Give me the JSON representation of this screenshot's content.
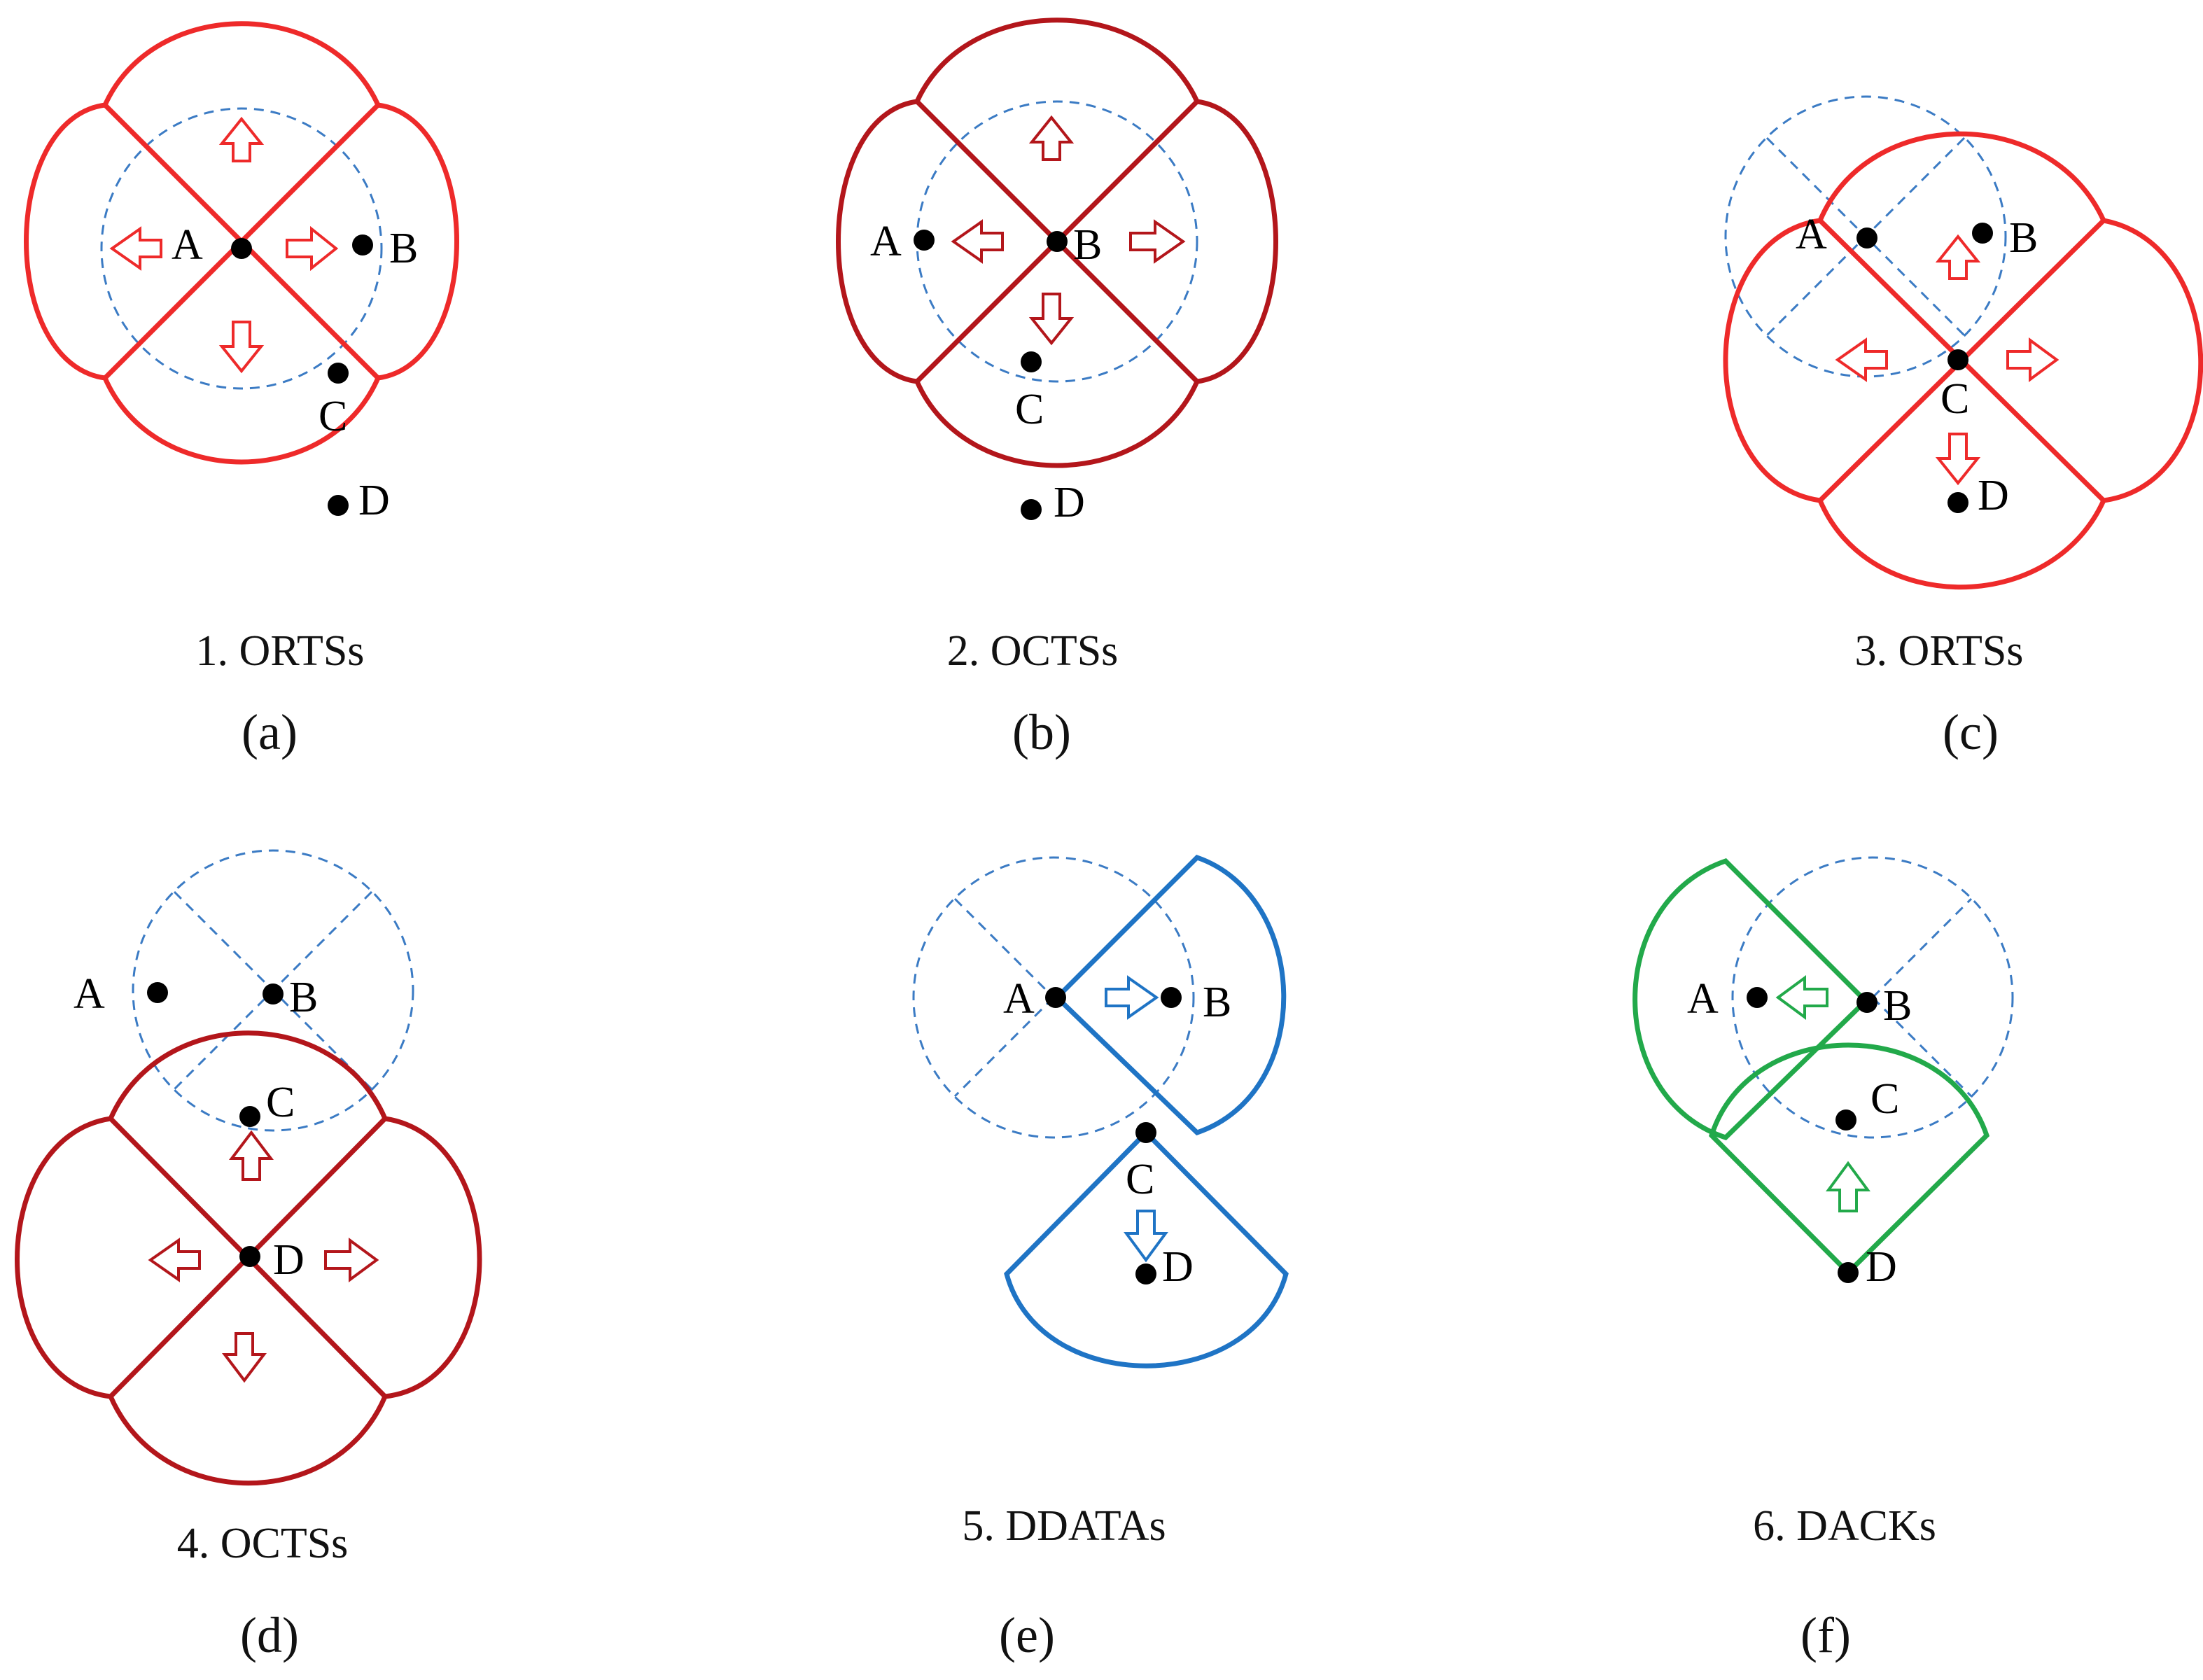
{
  "colors": {
    "orts": "#ee2a2a",
    "octs": "#b3161b",
    "ddata": "#1f74c5",
    "dack": "#22a94a",
    "range": "#3b7bc4"
  },
  "icons": {
    "arrow": "hollow-block-arrow",
    "node": "filled-dot"
  },
  "panels": [
    {
      "id": "a",
      "caption": "1. ORTSs",
      "sublabel": "(a)",
      "nodes": [
        "A",
        "B",
        "C",
        "D"
      ]
    },
    {
      "id": "b",
      "caption": "2. OCTSs",
      "sublabel": "(b)",
      "nodes": [
        "A",
        "B",
        "C",
        "D"
      ]
    },
    {
      "id": "c",
      "caption": "3. ORTSs",
      "sublabel": "(c)",
      "nodes": [
        "A",
        "B",
        "C",
        "D"
      ]
    },
    {
      "id": "d",
      "caption": "4. OCTSs",
      "sublabel": "(d)",
      "nodes": [
        "A",
        "B",
        "C",
        "D"
      ]
    },
    {
      "id": "e",
      "caption": "5. DDATAs",
      "sublabel": "(e)",
      "nodes": [
        "A",
        "B",
        "C",
        "D"
      ]
    },
    {
      "id": "f",
      "caption": "6. DACKs",
      "sublabel": "(f)",
      "nodes": [
        "A",
        "B",
        "C",
        "D"
      ]
    }
  ]
}
